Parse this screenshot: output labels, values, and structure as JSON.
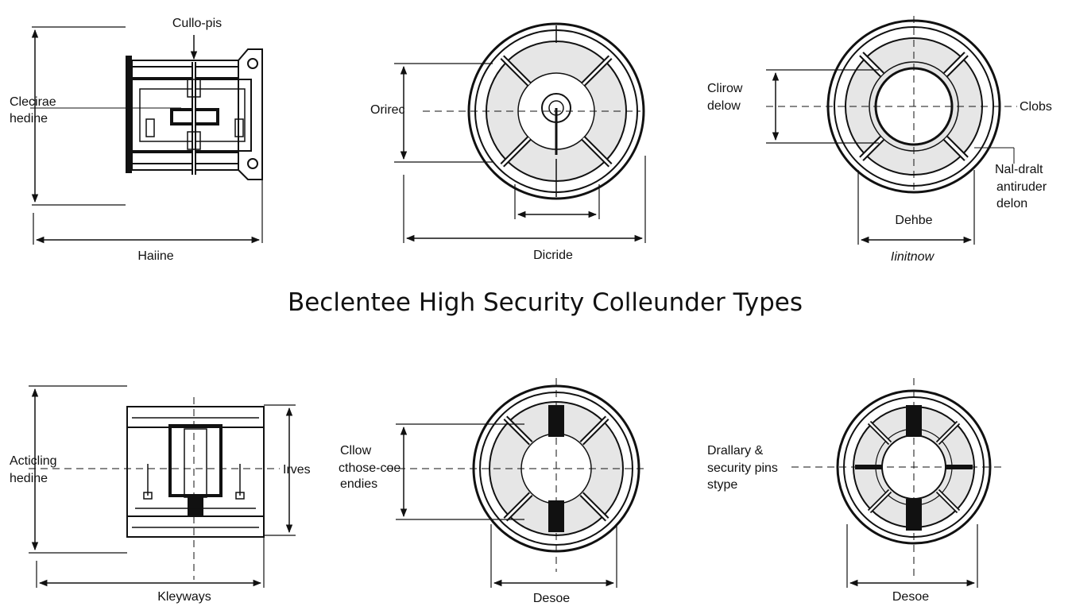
{
  "title": "Beclentee High Security Colleunder Types",
  "panels": {
    "top_left": {
      "label_top": "Cullo-pis",
      "label_left_1": "Clecirae",
      "label_left_2": "hedine",
      "label_bottom": "Haiine"
    },
    "top_center": {
      "label_left": "Orirec",
      "label_bottom": "Dicride"
    },
    "top_right": {
      "label_left_1": "Clirow",
      "label_left_2": "delow",
      "label_right": "Clobs",
      "label_right_2a": "Nal-dralt",
      "label_right_2b": "antiruder",
      "label_right_2c": "delon",
      "label_inner": "Dehbe",
      "label_bottom": "Iinitnow"
    },
    "bottom_left": {
      "label_left_1": "Acticling",
      "label_left_2": "hedine",
      "label_right": "Irves",
      "label_bottom": "Kleyways"
    },
    "bottom_center": {
      "label_left_1": "Cllow",
      "label_left_2": "cthose-coe",
      "label_left_3": "endies",
      "label_bottom": "Desoe"
    },
    "bottom_right": {
      "label_left_1": "Drallary &",
      "label_left_2": "security pins",
      "label_left_3": "stype",
      "label_bottom": "Desoe"
    }
  }
}
